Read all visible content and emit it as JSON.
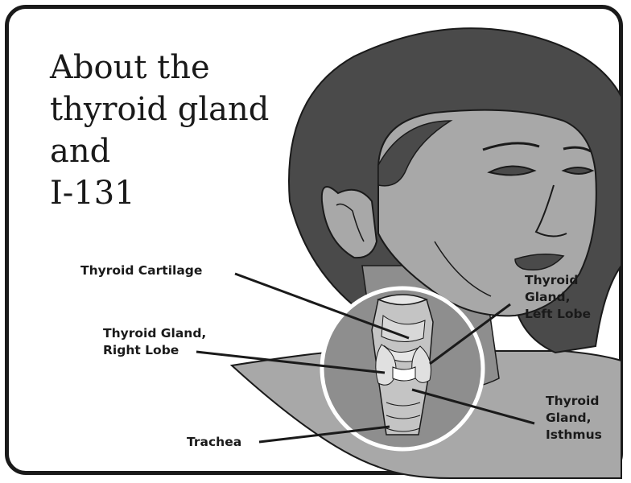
{
  "title": {
    "lines": [
      "About the",
      "thyroid gland",
      "and",
      "I-131"
    ]
  },
  "labels": {
    "thyroid_cartilage": "Thyroid Cartilage",
    "right_lobe": [
      "Thyroid Gland,",
      "Right Lobe"
    ],
    "trachea": "Trachea",
    "left_lobe": [
      "Thyroid",
      "Gland,",
      "Left Lobe"
    ],
    "isthmus": [
      "Thyroid",
      "Gland,",
      "Isthmus"
    ]
  },
  "colors": {
    "hair": "#4a4a4a",
    "skin": "#a8a8a8",
    "skin_shadow": "#8e8e8e",
    "outline": "#1a1a1a",
    "circle": "#ffffff",
    "cartilage": "#d8d8d8"
  }
}
